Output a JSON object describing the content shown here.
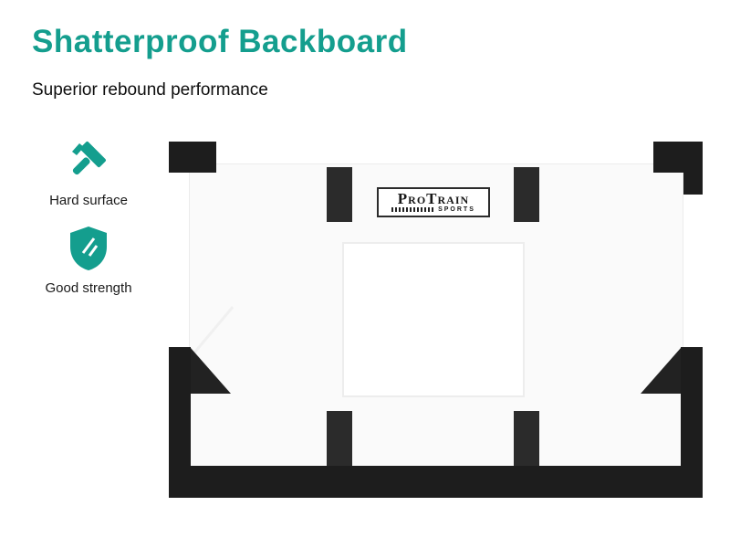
{
  "page": {
    "title": "Shatterproof Backboard",
    "subtitle": "Superior rebound performance"
  },
  "features": [
    {
      "icon": "hammer-icon",
      "label": "Hard surface"
    },
    {
      "icon": "shield-icon",
      "label": "Good strength"
    }
  ],
  "product": {
    "brand": "ProTrain",
    "brand_sub": "SPORTS"
  },
  "colors": {
    "accent_teal": "#149e8e",
    "frame_black": "#1d1d1d",
    "board_white": "#fafafa"
  }
}
